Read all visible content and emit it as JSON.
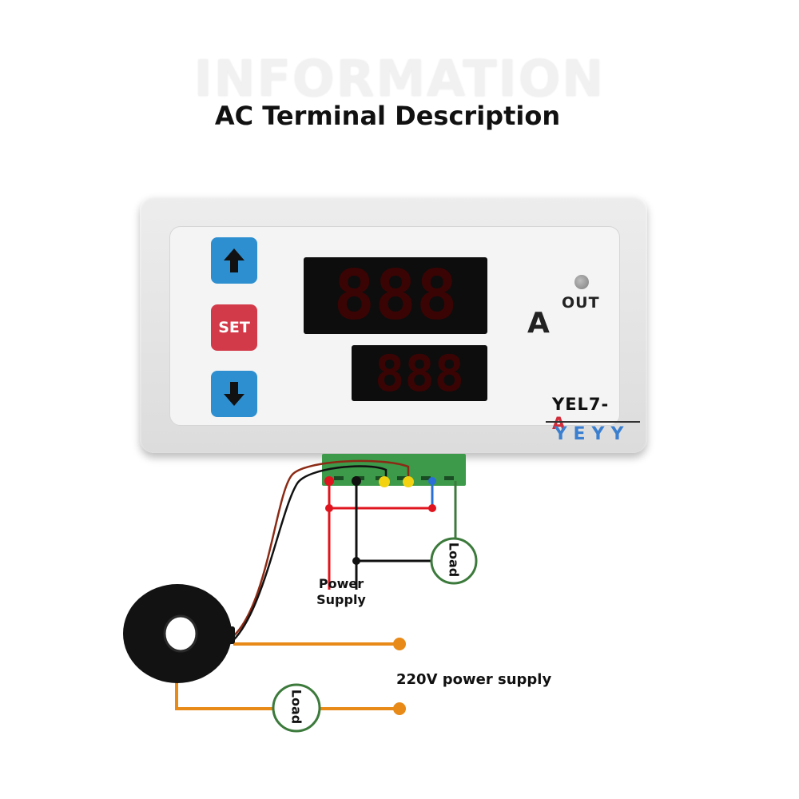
{
  "header": {
    "watermark": "INFORMATION",
    "title": "AC Terminal Description"
  },
  "device": {
    "buttons": {
      "up_icon": "arrow-up-icon",
      "set_label": "SET",
      "down_icon": "arrow-down-icon"
    },
    "display_top": {
      "digits": "888",
      "color": "#0d0d0d"
    },
    "display_bottom": {
      "digits": "888",
      "color": "#0d0d0d"
    },
    "unit": "A",
    "out_label": "OUT",
    "model_prefix": "YEL7-",
    "model_suffix": "A",
    "brand": "YEYY",
    "colors": {
      "up_down_buttons": "#2e8fd0",
      "set_button": "#d33a49",
      "terminal_block": "#3c9a4a",
      "brand": "#3a7fd0",
      "model_suffix": "#d12c3a"
    }
  },
  "wiring": {
    "power_supply_label_line1": "Power",
    "power_supply_label_line2": "Supply",
    "load_label_upper": "Load",
    "load_label_lower": "Load",
    "mains_label": "220V power supply",
    "wire_colors": {
      "red": "#e0141e",
      "black": "#111111",
      "blue": "#2a6fd6",
      "green": "#3c7a3c",
      "yellow": "#f2d211",
      "orange": "#e88a18",
      "brown": "#8b2a14"
    }
  }
}
